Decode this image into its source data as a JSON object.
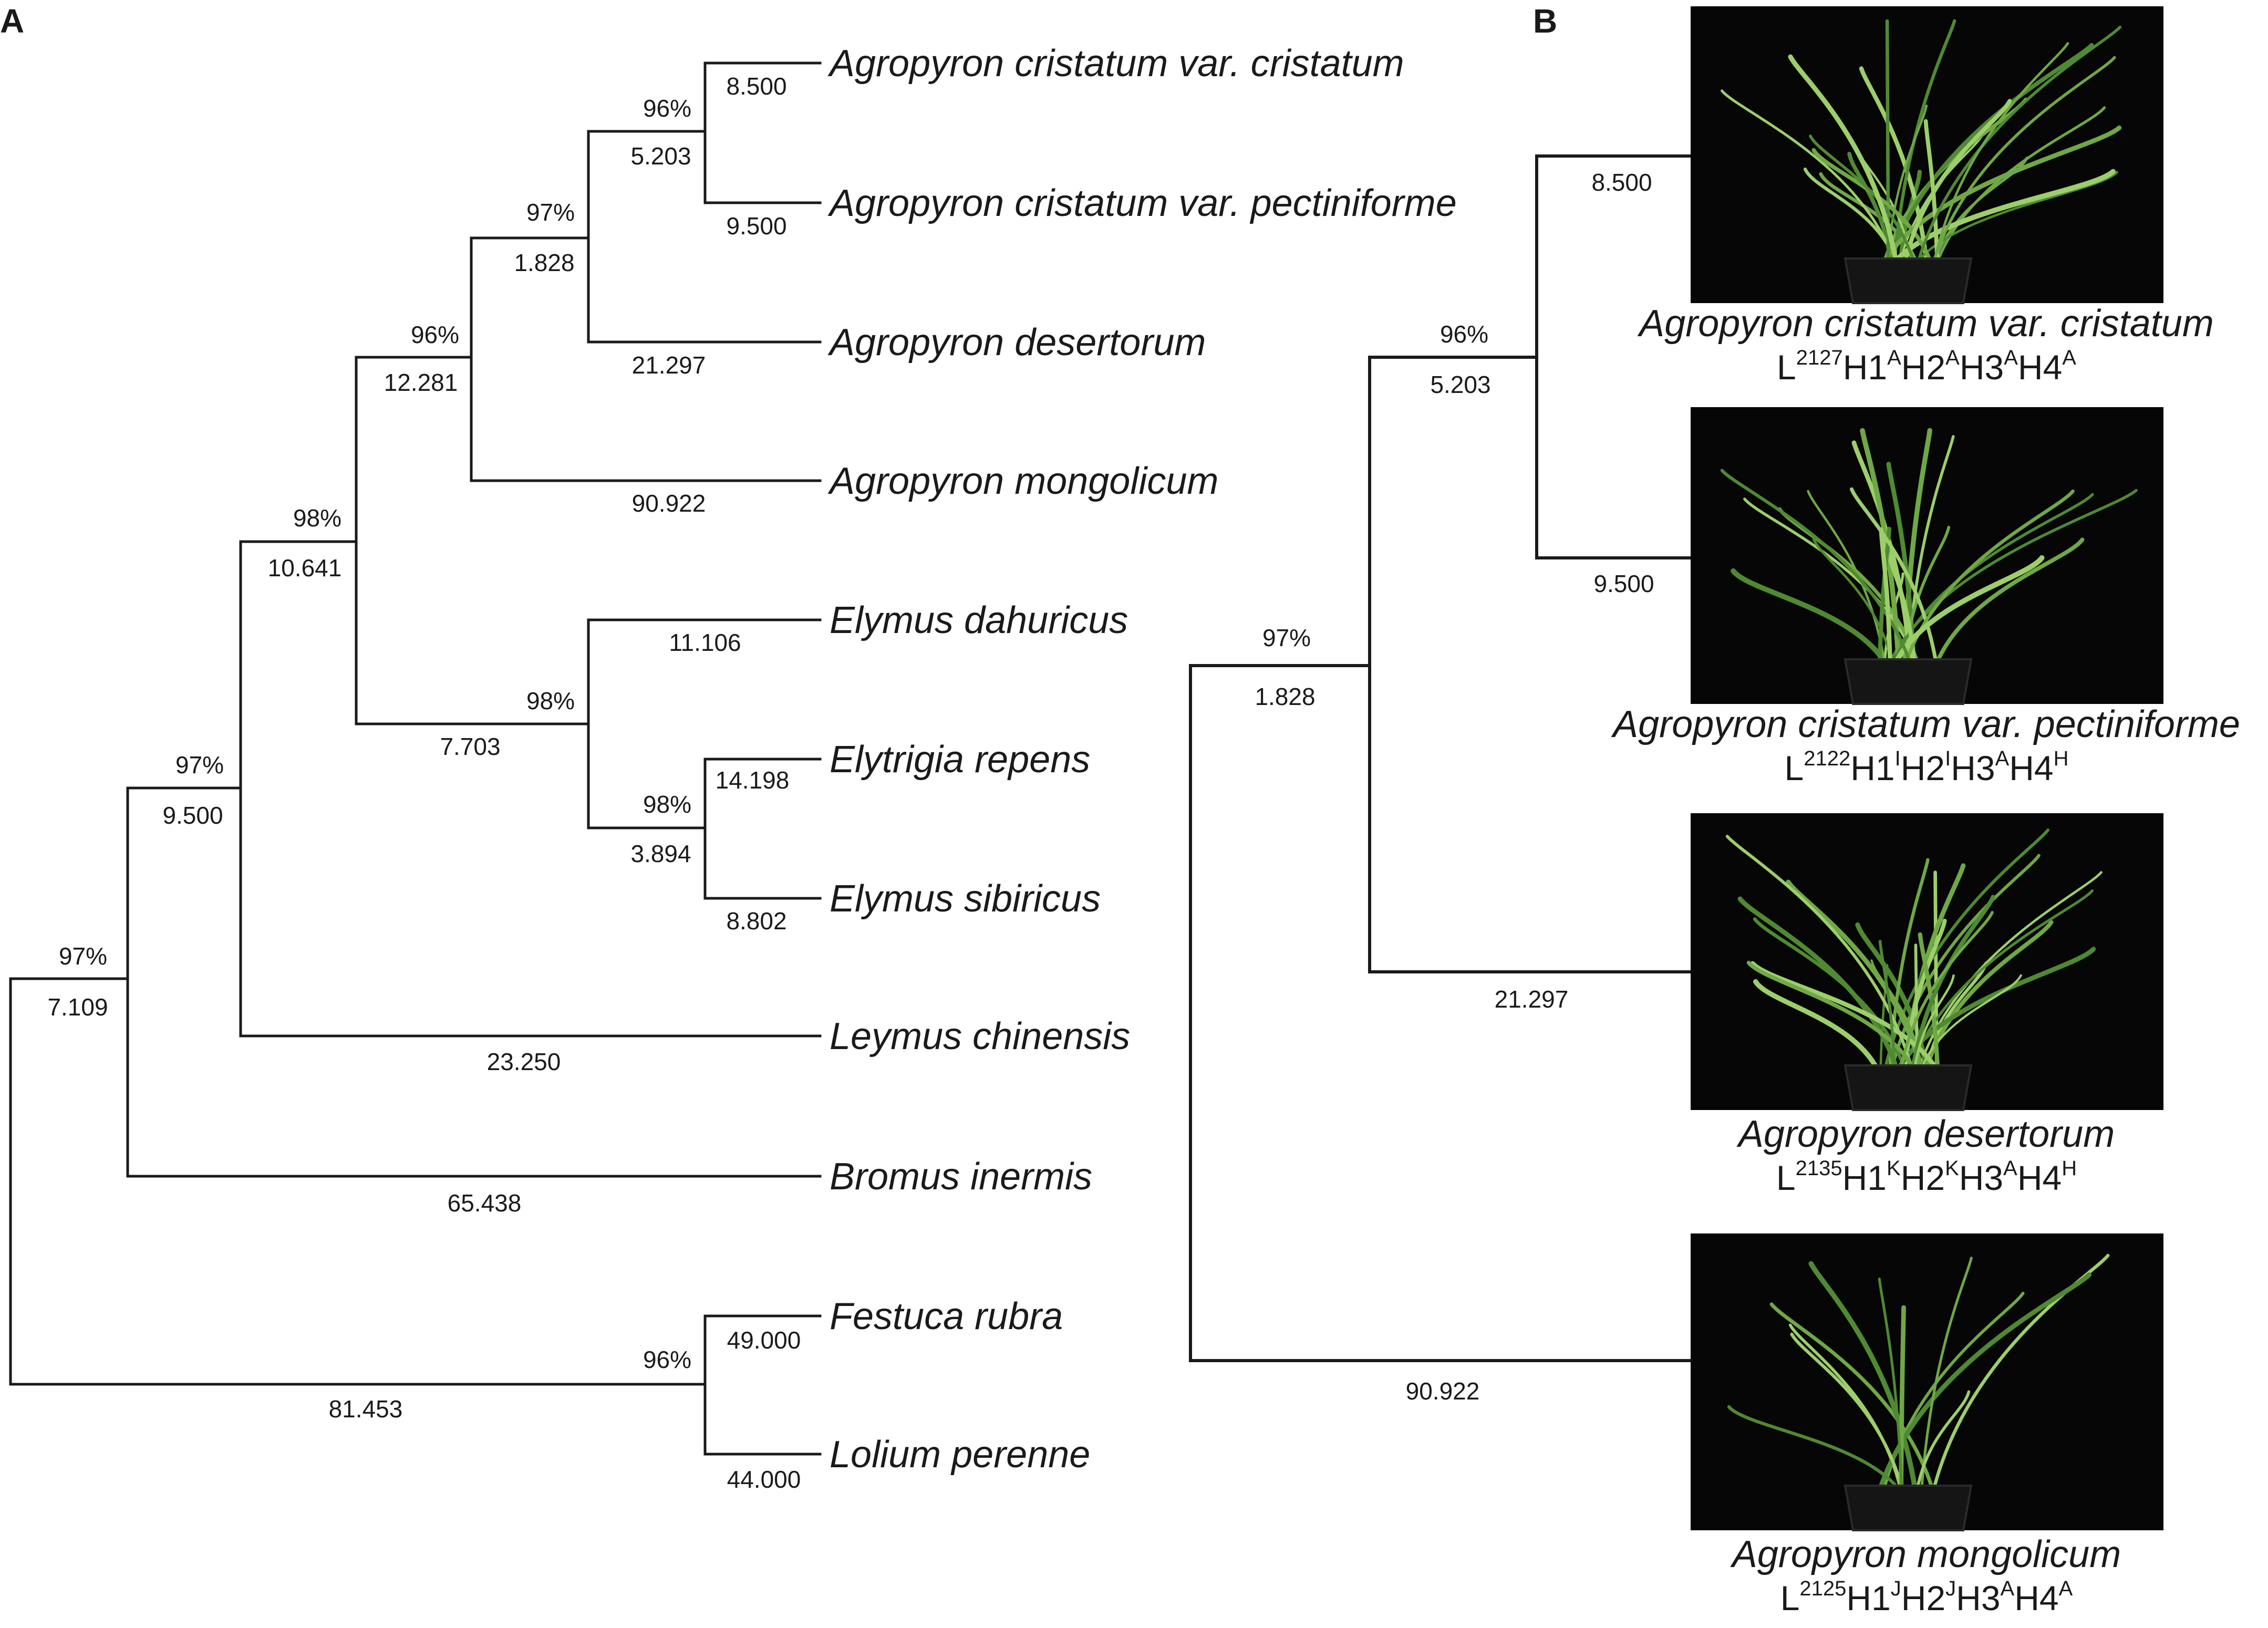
{
  "panels": {
    "a_label": "A",
    "b_label": "B"
  },
  "tree_a": {
    "taxa": [
      "Agropyron cristatum var. cristatum",
      "Agropyron cristatum var. pectiniforme",
      "Agropyron desertorum",
      "Agropyron mongolicum",
      "Elymus dahuricus",
      "Elytrigia repens",
      "Elymus sibiricus",
      "Leymus chinensis",
      "Bromus inermis",
      "Festuca rubra",
      "Lolium perenne"
    ],
    "branch_lengths": [
      "8.500",
      "9.500",
      "5.203",
      "21.297",
      "1.828",
      "90.922",
      "12.281",
      "11.106",
      "14.198",
      "8.802",
      "3.894",
      "7.703",
      "10.641",
      "23.250",
      "9.500",
      "65.438",
      "7.109",
      "49.000",
      "44.000",
      "81.453"
    ],
    "supports": [
      "96%",
      "97%",
      "96%",
      "98%",
      "98%",
      "98%",
      "97%",
      "97%",
      "96%"
    ]
  },
  "tree_b": {
    "branch_lengths": [
      "8.500",
      "9.500",
      "5.203",
      "21.297",
      "1.828",
      "90.922"
    ],
    "supports": [
      "96%",
      "97%"
    ],
    "samples": [
      {
        "name": "Agropyron cristatum var. cristatum",
        "genotype": {
          "p1": "L",
          "s1": "2127",
          "p2": "H1",
          "s2": "A",
          "p3": "H2",
          "s3": "A",
          "p4": "H3",
          "s4": "A",
          "p5": "H4",
          "s5": "A"
        }
      },
      {
        "name": "Agropyron cristatum var. pectiniforme",
        "genotype": {
          "p1": "L",
          "s1": "2122",
          "p2": "H1",
          "s2": "I",
          "p3": "H2",
          "s3": "I",
          "p4": "H3",
          "s4": "A",
          "p5": "H4",
          "s5": "H"
        }
      },
      {
        "name": "Agropyron desertorum",
        "genotype": {
          "p1": "L",
          "s1": "2135",
          "p2": "H1",
          "s2": "K",
          "p3": "H2",
          "s3": "K",
          "p4": "H3",
          "s4": "A",
          "p5": "H4",
          "s5": "H"
        }
      },
      {
        "name": "Agropyron mongolicum",
        "genotype": {
          "p1": "L",
          "s1": "2125",
          "p2": "H1",
          "s2": "J",
          "p3": "H2",
          "s3": "J",
          "p4": "H3",
          "s4": "A",
          "p5": "H4",
          "s5": "A"
        }
      }
    ]
  },
  "colors": {
    "line": "#1a1a1a",
    "photo_background": "#060606",
    "grass_light": "#9ccf6a",
    "grass_mid": "#6fa845",
    "grass_dark": "#4f8a32"
  }
}
